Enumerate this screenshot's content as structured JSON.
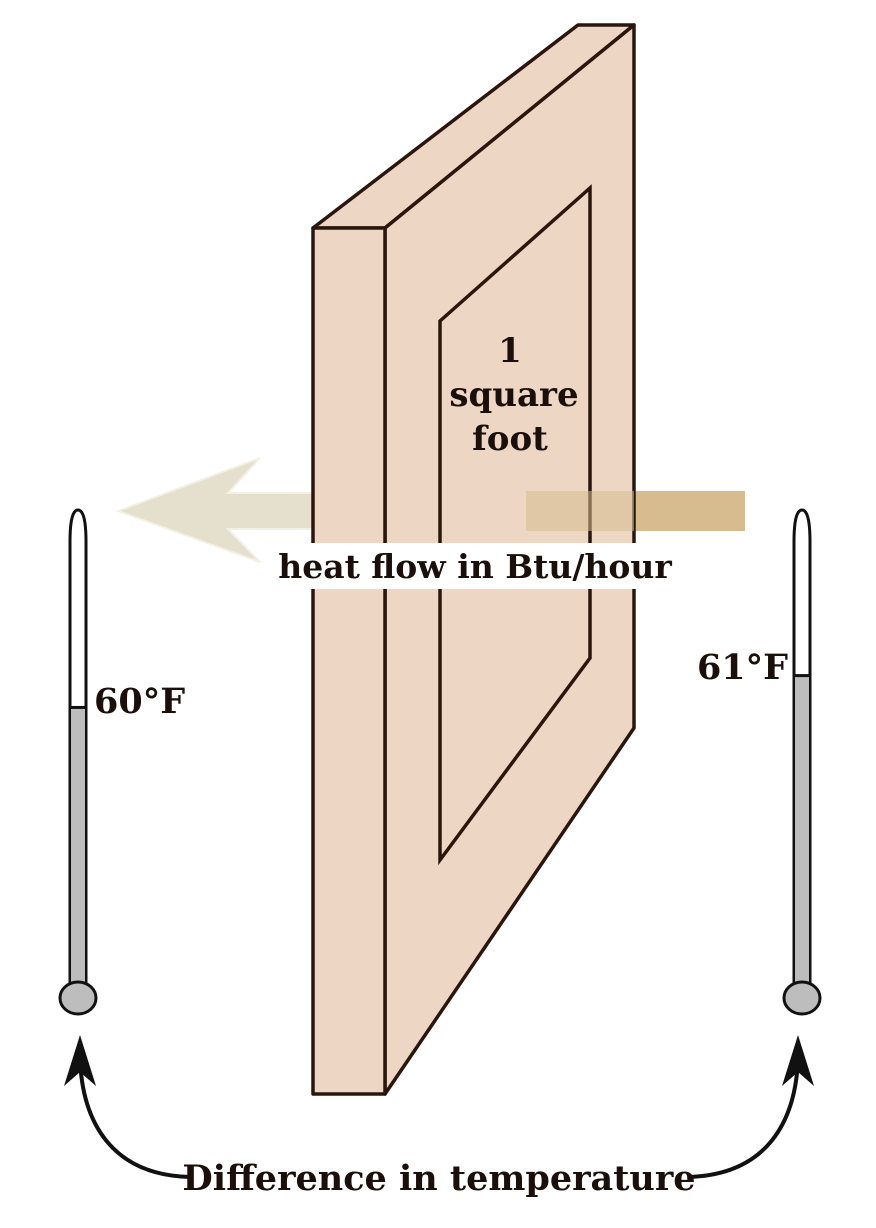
{
  "colors": {
    "panel": "#EDD6C3",
    "outline": "#2a160c",
    "arrow_left": "#E4E0CD",
    "arrow_right": "#D6BC8E",
    "mercury": "#bdbdbd",
    "text": "#1a0f0a"
  },
  "panel": {
    "area_line1": "1",
    "area_line2": "square",
    "area_line3": "foot"
  },
  "heat_flow": {
    "label": "heat flow in Btu/hour",
    "direction": "right-to-left"
  },
  "thermometers": {
    "left": {
      "label": "60°F",
      "fill_fraction": 0.61
    },
    "right": {
      "label": "61°F",
      "fill_fraction": 0.68
    }
  },
  "difference": {
    "label": "Difference in temperature"
  }
}
